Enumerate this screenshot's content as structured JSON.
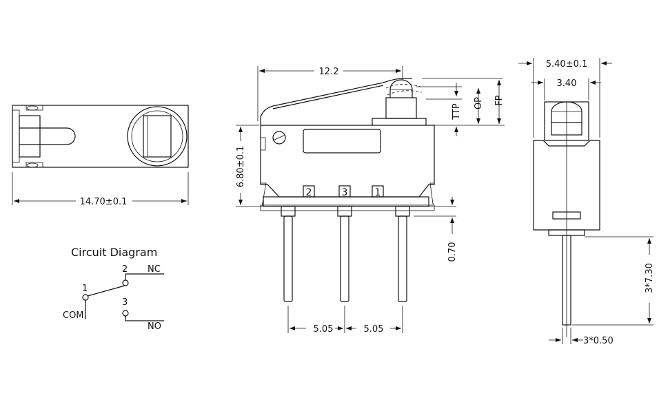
{
  "dimensions": {
    "top_width": "14.70±0.1",
    "lever_length": "12.2",
    "body_height": "6.80±0.1",
    "ttp": "TTP",
    "op": "OP",
    "fp": "FP",
    "pin_offset": "0.70",
    "pitch_left": "5.05",
    "pitch_right": "5.05",
    "side_width": "5.40±0.1",
    "plunger_width": "3.40",
    "pin_length": "3*7.30",
    "pin_thickness": "3*0.50"
  },
  "terminal_labels": [
    "2",
    "3",
    "1"
  ],
  "circuit": {
    "title": "Circuit Diagram",
    "pin1": "1",
    "pin2": "2",
    "pin3": "3",
    "nc": "NC",
    "no": "NO",
    "com": "COM"
  }
}
